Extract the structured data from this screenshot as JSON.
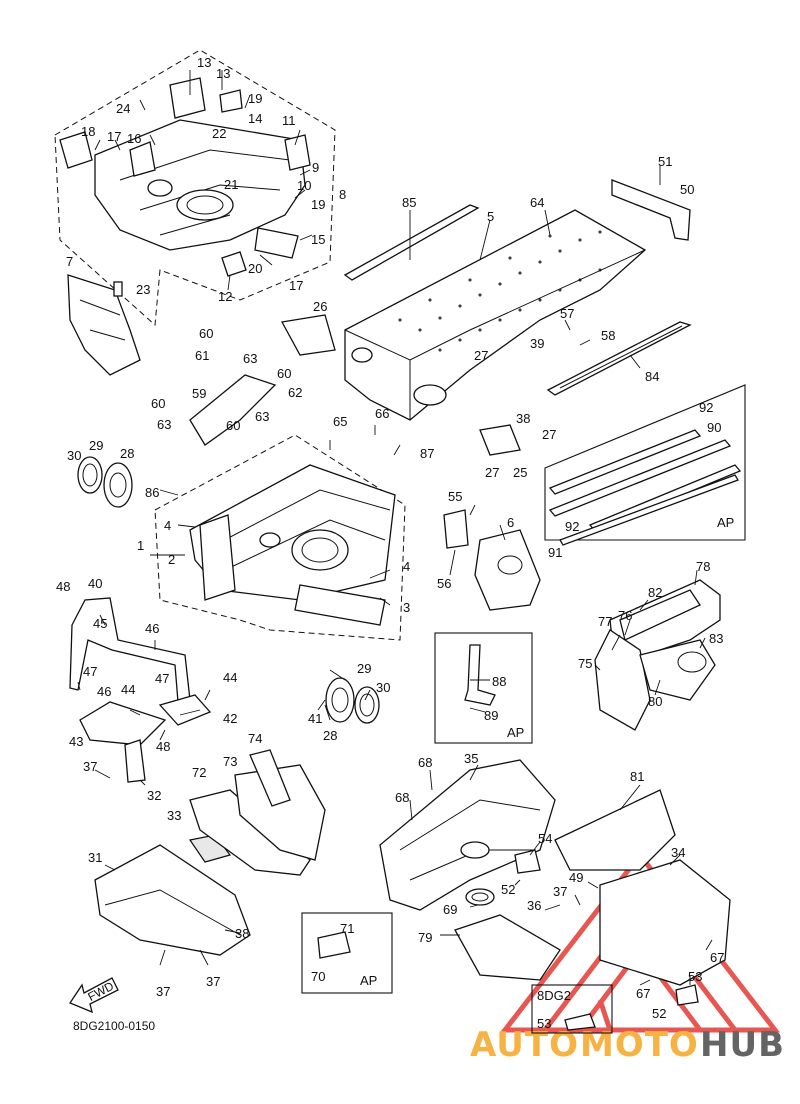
{
  "diagram_code": "8DG2100-0150",
  "fwd_label": "FWD",
  "ap_label": "AP",
  "variant_label": "8DG2",
  "watermark": {
    "text_a": "AUTO",
    "text_b": "MOTO",
    "text_c": "HUB",
    "color_a": "#f5a623",
    "color_b": "#f5a623",
    "color_c": "#4a4a4a",
    "triangle_color": "#e53935"
  },
  "callouts": [
    "1",
    "2",
    "3",
    "4",
    "5",
    "6",
    "7",
    "8",
    "9",
    "10",
    "11",
    "12",
    "13",
    "14",
    "15",
    "16",
    "17",
    "18",
    "19",
    "20",
    "21",
    "22",
    "23",
    "24",
    "25",
    "26",
    "27",
    "28",
    "29",
    "30",
    "31",
    "32",
    "33",
    "34",
    "35",
    "36",
    "37",
    "38",
    "39",
    "40",
    "41",
    "42",
    "43",
    "44",
    "45",
    "46",
    "47",
    "48",
    "49",
    "50",
    "51",
    "52",
    "53",
    "54",
    "55",
    "56",
    "57",
    "58",
    "59",
    "60",
    "61",
    "62",
    "63",
    "64",
    "65",
    "66",
    "67",
    "68",
    "69",
    "70",
    "71",
    "72",
    "73",
    "74",
    "75",
    "76",
    "77",
    "78",
    "79",
    "80",
    "81",
    "82",
    "83",
    "84",
    "85",
    "86",
    "87",
    "88",
    "89",
    "90",
    "91",
    "92"
  ]
}
